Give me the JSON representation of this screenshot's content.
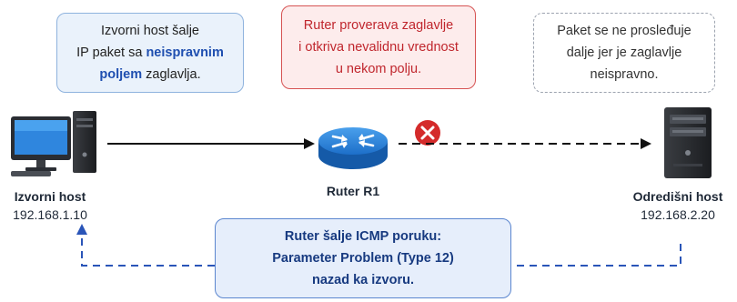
{
  "source_note": {
    "line1": "Izvorni host šalje",
    "line2_prefix": "IP paket sa ",
    "line2_highlight": "neispravnim",
    "line3_highlight": "poljem",
    "line3_suffix": " zaglavlja."
  },
  "router_note": {
    "line1": "Ruter proverava zaglavlje",
    "line2": "i otkriva nevalidnu vrednost",
    "line3": "u nekom polju."
  },
  "drop_note": {
    "line1": "Paket se ne prosleđuje",
    "line2": "dalje jer je zaglavlje",
    "line3": "neispravno."
  },
  "icmp_note": {
    "line1": "Ruter šalje ICMP poruku:",
    "line2": "Parameter Problem (Type 12)",
    "line3": "nazad ka izvoru."
  },
  "source_host": {
    "title": "Izvorni host",
    "ip": "192.168.1.10"
  },
  "router": {
    "title": "Ruter R1"
  },
  "dest_host": {
    "title": "Odredišni host",
    "ip": "192.168.2.20"
  },
  "colors": {
    "error_red": "#d42b2b",
    "router_blue": "#1c6fc9",
    "icmp_blue": "#2a55b8",
    "arrow_black": "#111111"
  },
  "icons": {
    "source": "desktop-computer-icon",
    "router": "router-icon",
    "error": "error-x-icon",
    "dest": "server-tower-icon"
  }
}
